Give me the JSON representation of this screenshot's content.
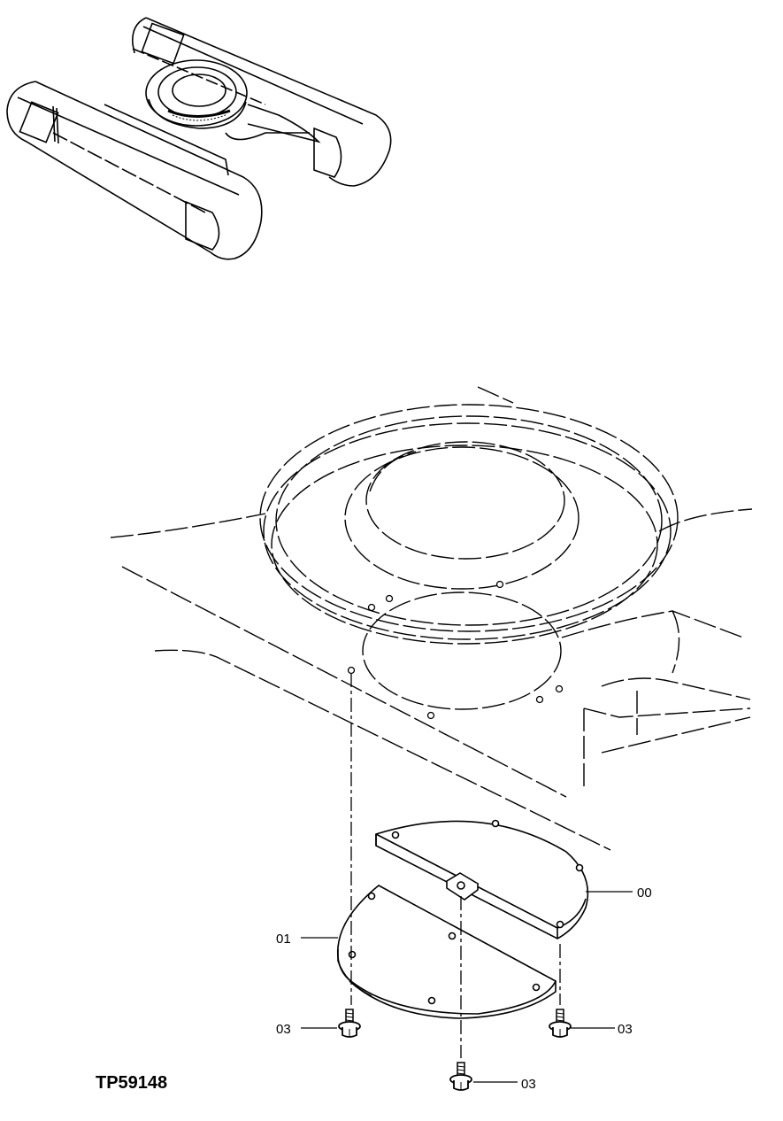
{
  "figure_id": "TP59148",
  "callouts": {
    "cover_right": "00",
    "cover_left": "01",
    "bolt_left": "03",
    "bolt_right": "03",
    "bolt_center": "03"
  },
  "colors": {
    "ink": "#000000",
    "paper": "#ffffff"
  }
}
